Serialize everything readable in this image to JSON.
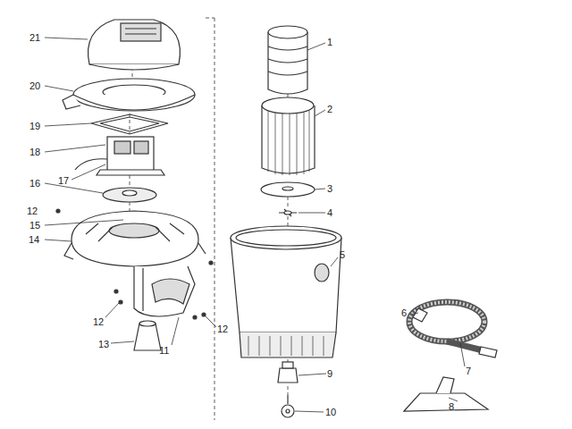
{
  "diagram": {
    "labels": [
      "21",
      "20",
      "19",
      "18",
      "17",
      "16",
      "12",
      "15",
      "14",
      "12",
      "13",
      "11",
      "12",
      "1",
      "2",
      "3",
      "4",
      "5",
      "6",
      "7",
      "8",
      "9",
      "10"
    ]
  }
}
